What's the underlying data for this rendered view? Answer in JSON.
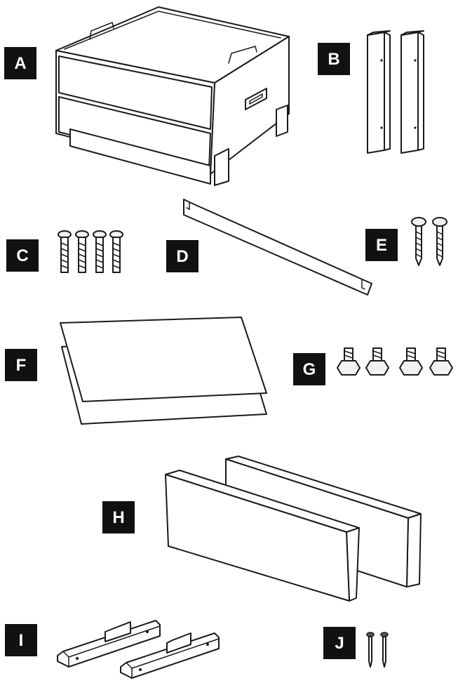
{
  "parts": [
    {
      "id": "A",
      "icon": "cabinet-drawer-unit-icon"
    },
    {
      "id": "B",
      "icon": "wooden-legs-icon"
    },
    {
      "id": "C",
      "icon": "wood-screws-four-icon"
    },
    {
      "id": "D",
      "icon": "metal-strip-icon"
    },
    {
      "id": "E",
      "icon": "screws-two-icon"
    },
    {
      "id": "F",
      "icon": "panels-icon"
    },
    {
      "id": "G",
      "icon": "leveling-feet-icon"
    },
    {
      "id": "H",
      "icon": "wood-boards-icon"
    },
    {
      "id": "I",
      "icon": "metal-brackets-icon"
    },
    {
      "id": "J",
      "icon": "nails-icon"
    }
  ],
  "colors": {
    "label_bg": "#111111",
    "label_text": "#ffffff",
    "line": "#1a1a1a"
  }
}
